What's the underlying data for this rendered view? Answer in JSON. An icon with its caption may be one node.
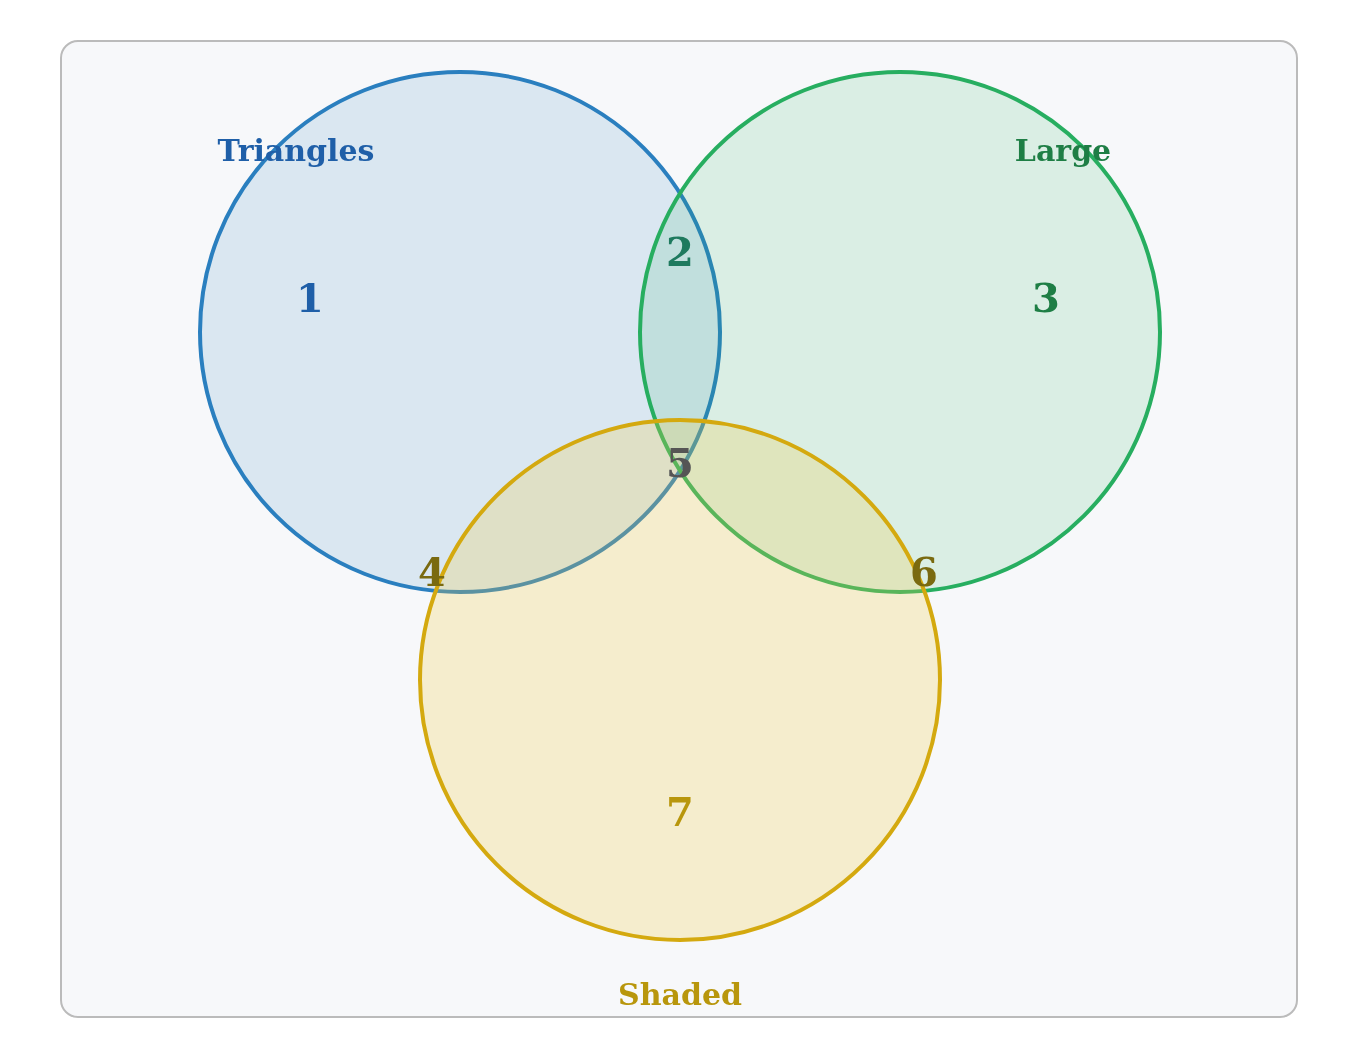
{
  "diagram": {
    "nodes": [
      {
        "text": [
          "Triangles"
        ]
      },
      {
        "text": [
          "Large"
        ]
      },
      {
        "text": [
          "Shaded"
        ]
      }
    ],
    "labels": [
      "2",
      "1",
      "3",
      "5",
      "4",
      "6",
      "7"
    ]
  }
}
